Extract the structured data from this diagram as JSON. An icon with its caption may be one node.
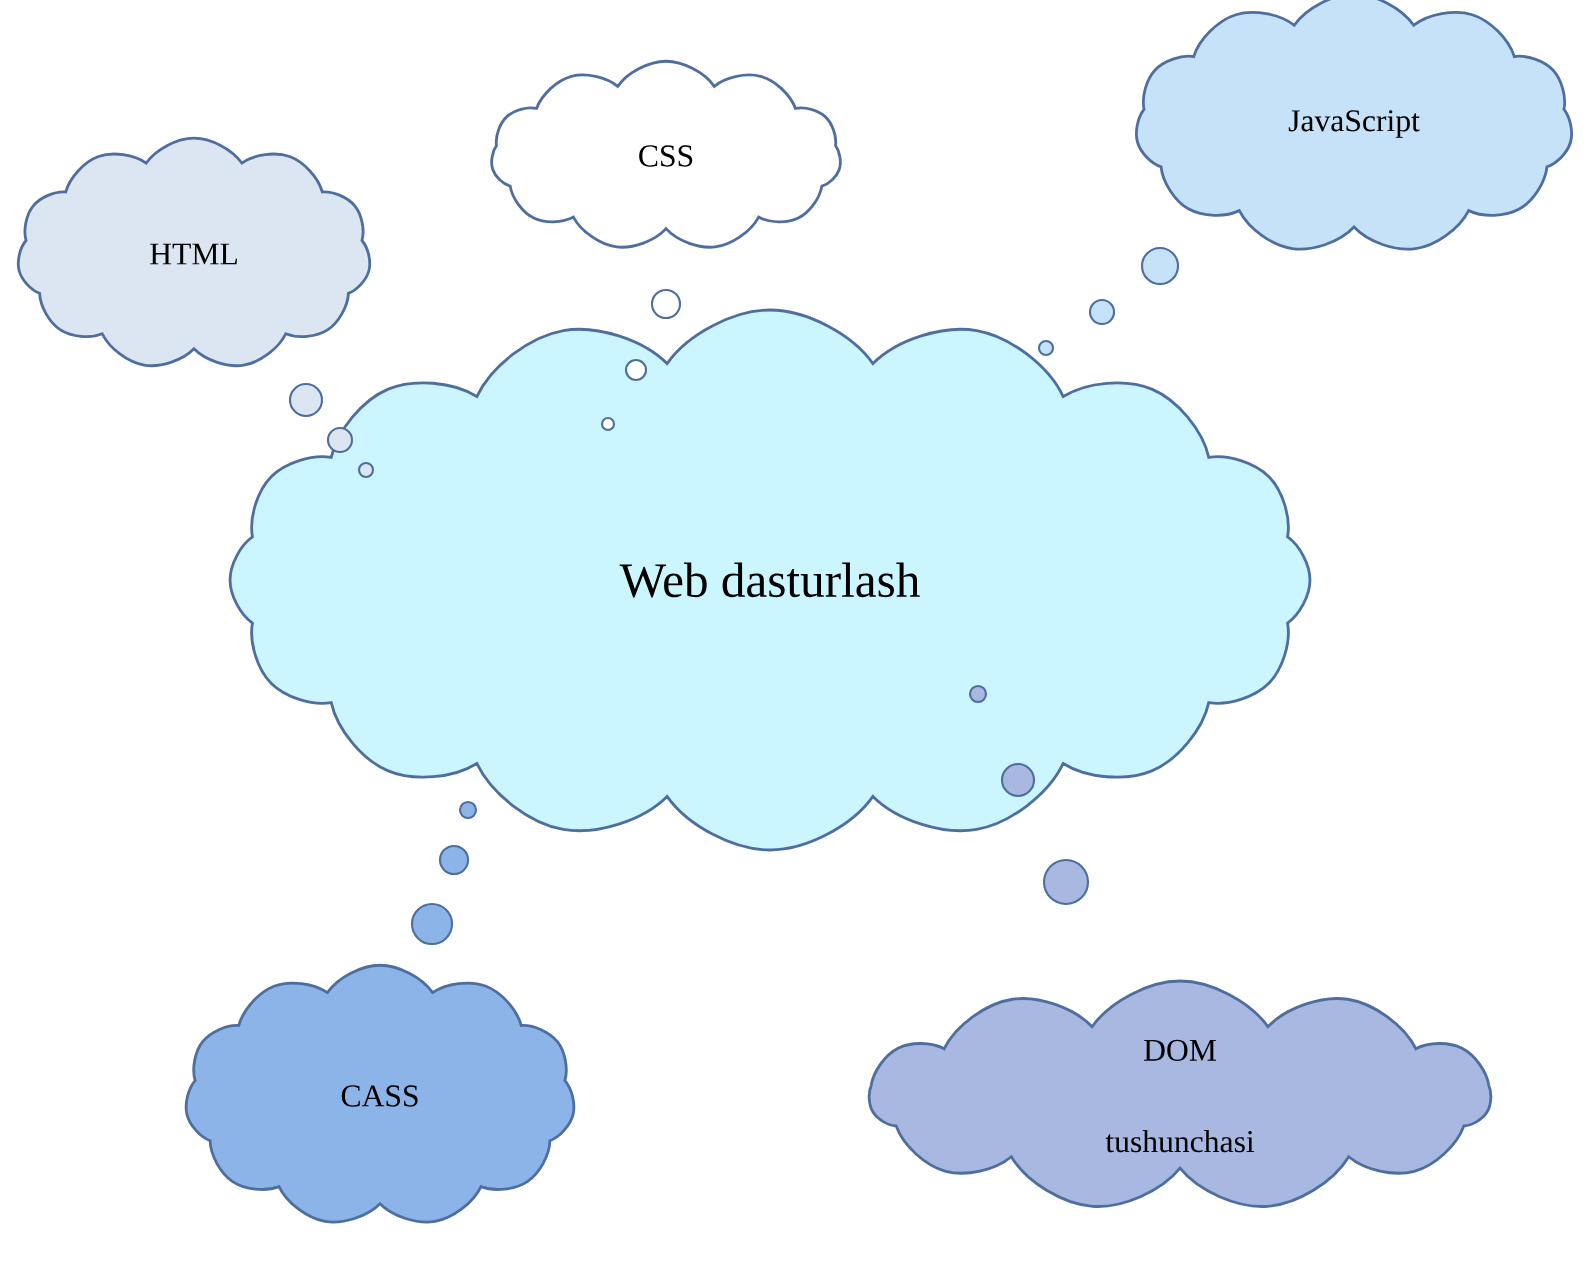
{
  "diagram": {
    "nodes": [
      {
        "text": [
          "HTML"
        ]
      },
      {
        "text": [
          "CSS"
        ]
      },
      {
        "text": [
          "JavaScript"
        ]
      },
      {
        "text": [
          "Web dasturlash"
        ]
      },
      {
        "text": [
          "CASS"
        ]
      },
      {
        "text": [
          "DOM tushunchasi"
        ]
      }
    ]
  }
}
